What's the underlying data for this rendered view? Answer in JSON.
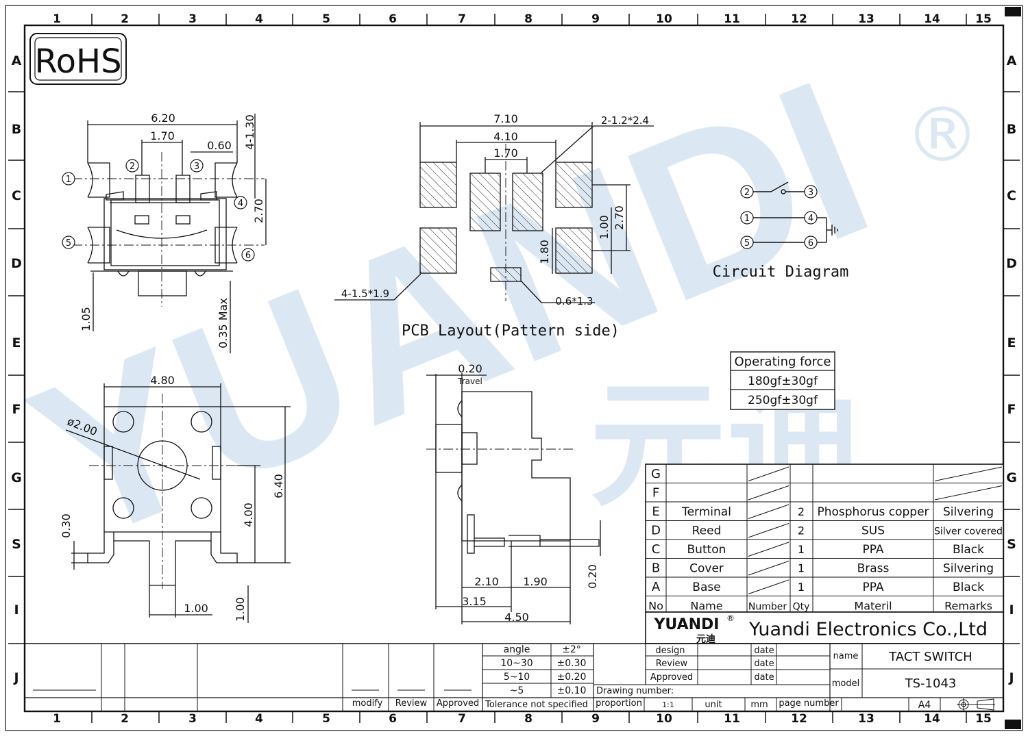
{
  "border": {
    "columns": [
      "1",
      "2",
      "3",
      "4",
      "5",
      "6",
      "7",
      "8",
      "9",
      "10",
      "11",
      "12",
      "13",
      "14",
      "15"
    ],
    "rows": [
      "A",
      "B",
      "C",
      "D",
      "E",
      "F",
      "G",
      "S",
      "I",
      "J"
    ]
  },
  "rohs_badge": "RoHS",
  "watermark": {
    "brand": "YUANDI",
    "cjk": "元迪",
    "registered": "®"
  },
  "top_view": {
    "dims": [
      "6.20",
      "1.70",
      "0.60",
      "4-1.30",
      "2.70",
      "1.05",
      "0.35 Max"
    ],
    "pins": [
      "1",
      "2",
      "3",
      "4",
      "5",
      "6"
    ]
  },
  "pcb_layout": {
    "title": "PCB Layout(Pattern side)",
    "dims": [
      "7.10",
      "4.10",
      "1.70",
      "2-1.2*2.4",
      "2.70",
      "1.00",
      "1.80",
      "4-1.5*1.9",
      "0.6*1.3"
    ]
  },
  "circuit": {
    "title": "Circuit Diagram",
    "pins": [
      "1",
      "2",
      "3",
      "4",
      "5",
      "6"
    ]
  },
  "bottom_view": {
    "dims": [
      "4.80",
      "ø2.00",
      "6.40",
      "4.00",
      "0.30",
      "1.00",
      "1.00"
    ]
  },
  "side_view": {
    "dims": [
      "0.20",
      "Travel",
      "2.10",
      "1.90",
      "3.15",
      "4.50",
      "0.20"
    ]
  },
  "operating_force": {
    "header": "Operating force",
    "values": [
      "180gf±30gf",
      "250gf±30gf"
    ]
  },
  "bom": {
    "rows": [
      {
        "code": "G",
        "name": "",
        "qty": "",
        "material": "",
        "remarks": ""
      },
      {
        "code": "F",
        "name": "",
        "qty": "",
        "material": "",
        "remarks": ""
      },
      {
        "code": "E",
        "name": "Terminal",
        "qty": "2",
        "material": "Phosphorus copper",
        "remarks": "Silvering"
      },
      {
        "code": "D",
        "name": "Reed",
        "qty": "2",
        "material": "SUS",
        "remarks": "Silver covered"
      },
      {
        "code": "C",
        "name": "Button",
        "qty": "1",
        "material": "PPA",
        "remarks": "Black"
      },
      {
        "code": "B",
        "name": "Cover",
        "qty": "1",
        "material": "Brass",
        "remarks": "Silvering"
      },
      {
        "code": "A",
        "name": "Base",
        "qty": "1",
        "material": "PPA",
        "remarks": "Black"
      }
    ],
    "headers": {
      "no": "No",
      "name": "Name",
      "number": "Number",
      "qty": "Qty",
      "material": "Materil",
      "remarks": "Remarks"
    }
  },
  "company": {
    "logo": "YUANDI",
    "logo_cjk": "元迪",
    "logo_reg": "®",
    "name": "Yuandi Electronics Co.,Ltd"
  },
  "title_block": {
    "tolerance": [
      {
        "range": "angle",
        "tol": "±2°"
      },
      {
        "range": "10~30",
        "tol": "±0.30"
      },
      {
        "range": "5~10",
        "tol": "±0.20"
      },
      {
        "range": "~5",
        "tol": "±0.10"
      }
    ],
    "tolerance_note": "Tolerance not specified",
    "sign_labels": [
      "modify",
      "Review",
      "Approved"
    ],
    "roles": [
      "design",
      "Review",
      "Approved"
    ],
    "date_label": "date",
    "drawing_number_label": "Drawing number:",
    "proportion_label": "proportion",
    "proportion_value": "1:1",
    "unit_label": "unit",
    "unit_value": "mm",
    "page_number_label": "page number",
    "name_label": "name",
    "name_value": "TACT SWITCH",
    "model_label": "model",
    "model_value": "TS-1043",
    "paper_size": "A4"
  }
}
